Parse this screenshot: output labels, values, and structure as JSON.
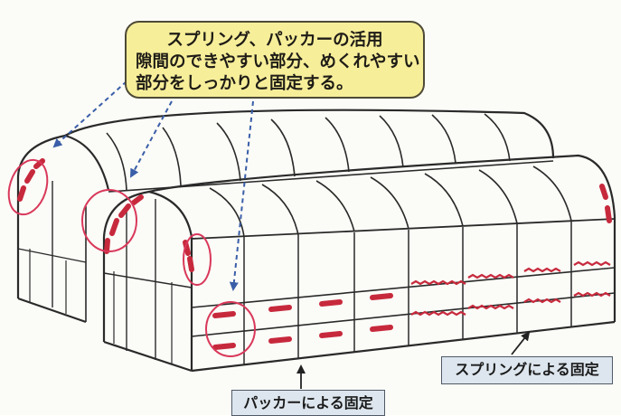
{
  "callout": {
    "line1": "スプリング、パッカーの活用",
    "line2": "隙間のできやすい部分、めくれやすい",
    "line3": "部分をしっかりと固定する。"
  },
  "labels": {
    "spring_fixing": "スプリングによる固定",
    "packer_fixing": "パッカーによる固定"
  },
  "colors": {
    "callout_fill": "#f7ee9a",
    "label_fill": "#dde6ee",
    "highlight_circle": "#d9385a",
    "fixing_mark": "#c7293c",
    "arrow": "#3a5ea8"
  }
}
